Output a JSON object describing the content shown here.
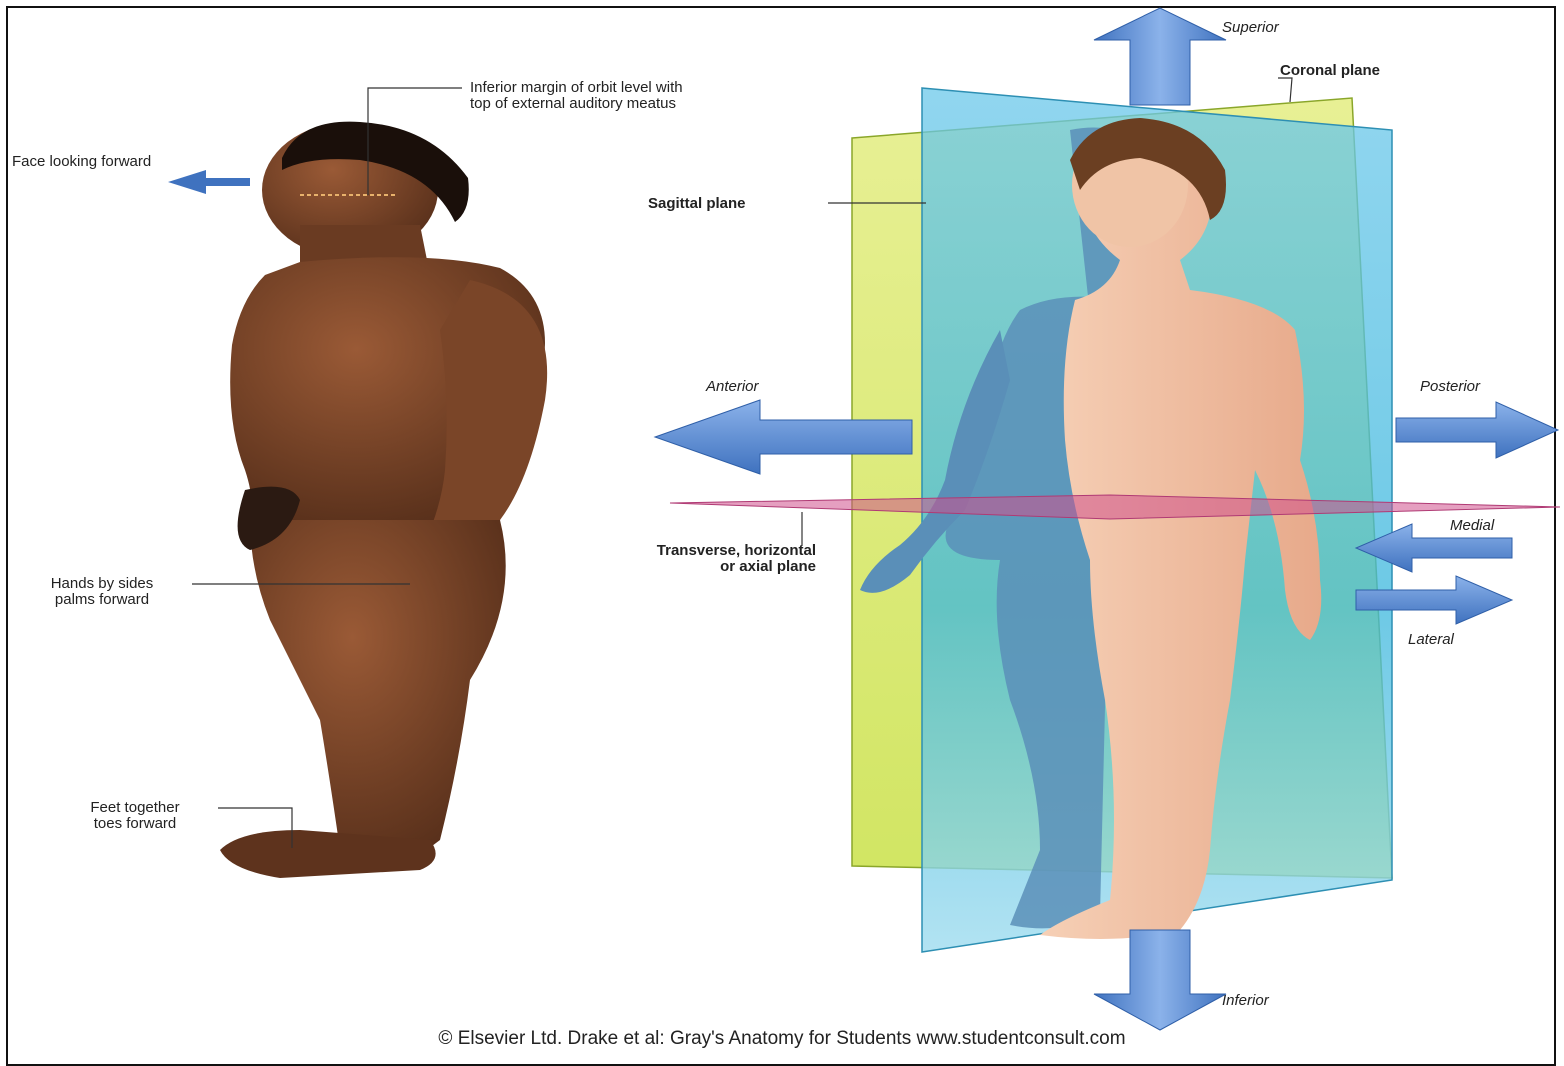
{
  "left_figure": {
    "labels": {
      "orbit_margin": [
        "Inferior margin of orbit level with",
        "top of external auditory meatus"
      ],
      "face_forward": "Face looking forward",
      "hands": [
        "Hands by sides",
        "palms forward"
      ],
      "feet": [
        "Feet together",
        "toes forward"
      ]
    }
  },
  "right_figure": {
    "labels": {
      "superior": "Superior",
      "inferior": "Inferior",
      "anterior": "Anterior",
      "posterior": "Posterior",
      "medial": "Medial",
      "lateral": "Lateral",
      "coronal_plane": "Coronal plane",
      "sagittal_plane": "Sagittal plane",
      "transverse_plane": [
        "Transverse, horizontal",
        "or axial plane"
      ]
    }
  },
  "credit": "© Elsevier Ltd. Drake et al: Gray's Anatomy for Students www.studentconsult.com",
  "colors": {
    "arrow_blue": "#5b8fd6",
    "arrow_blue_dark": "#3f72bf",
    "sagittal_plane": "#5fc3e6",
    "coronal_plane": "#d4e64a",
    "transverse_plane": "#d0508c",
    "skin_dark": "#6a3b22",
    "skin_light": "#f2c2a4"
  }
}
